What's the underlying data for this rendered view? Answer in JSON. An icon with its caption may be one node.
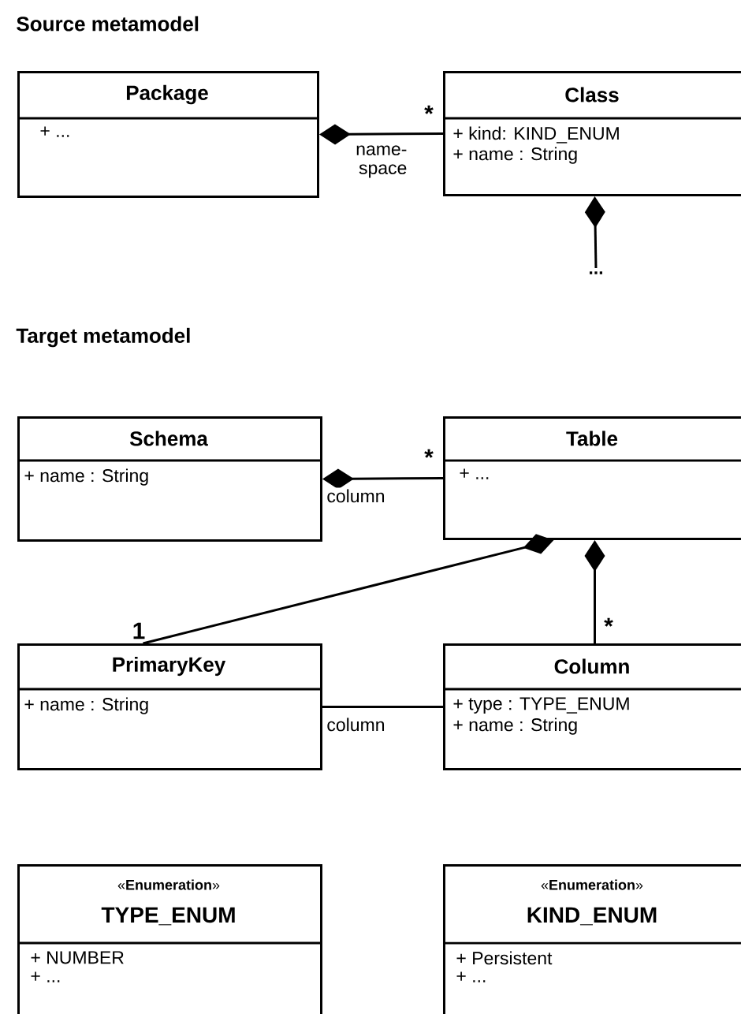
{
  "diagram": {
    "nodes": [
      {
        "text": [
          "Package",
          "+ ..."
        ]
      },
      {
        "text": [
          "Class",
          "+ kind: KIND_ENUM",
          "+ name : String"
        ]
      },
      {
        "text": [
          "..."
        ]
      },
      {
        "text": [
          "Schema",
          "+ name : String"
        ]
      },
      {
        "text": [
          "Table",
          "+ ..."
        ]
      },
      {
        "text": [
          "PrimaryKey",
          "+ name : String"
        ]
      },
      {
        "text": [
          "Column",
          "+ type : TYPE_ENUM",
          "+ name : String"
        ]
      },
      {
        "text": [
          "«**Enumeration**»",
          "TYPE_ENUM",
          "+ NUMBER",
          "+ ..."
        ]
      },
      {
        "text": [
          "«**Enumeration**»",
          "KIND_ENUM",
          "+ Persistent",
          "+ ..."
        ]
      }
    ],
    "edges": [
      {
        "from": 0,
        "to": 1,
        "arrow": "other",
        "label": "name- space"
      },
      {
        "from": 1,
        "to": 2,
        "arrow": "other"
      },
      {
        "from": 3,
        "to": 4,
        "arrow": "other",
        "label": "column"
      },
      {
        "from": 4,
        "to": 5,
        "arrow": "other"
      },
      {
        "from": 4,
        "to": 6,
        "arrow": "other"
      },
      {
        "from": 5,
        "to": 6,
        "arrow": "none",
        "label": "column"
      }
    ],
    "labels": [
      "Source metamodel",
      "*",
      "Target metamodel",
      "*",
      "1",
      "*"
    ]
  }
}
